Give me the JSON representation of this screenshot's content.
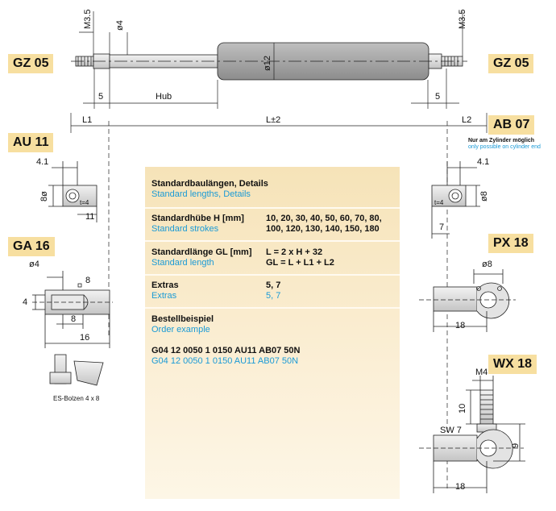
{
  "tags": {
    "gz05_left": "GZ 05",
    "gz05_right": "GZ 05",
    "au11": "AU 11",
    "ab07": "AB 07",
    "ga16": "GA 16",
    "px18": "PX 18",
    "wx18": "WX 18"
  },
  "note": {
    "de": "Nur am Zylinder möglich",
    "en": "only possible on cylinder end"
  },
  "panel": {
    "lengths": {
      "de": "Standardbaulängen, Details",
      "en": "Standard lengths, Details"
    },
    "strokes": {
      "de": "Standardhübe H [mm]",
      "en": "Standard strokes",
      "values_1": "10, 20, 30, 40, 50, 60, 70, 80,",
      "values_2": "100, 120, 130, 140, 150, 180"
    },
    "length": {
      "de": "Standardlänge GL [mm]",
      "en": "Standard length",
      "formula_1": "L = 2 x H + 32",
      "formula_2": "GL = L + L1 + L2"
    },
    "extras": {
      "de": "Extras",
      "en": "Extras",
      "value_de": "5, 7",
      "value_en": "5, 7"
    },
    "order": {
      "de": "Bestellbeispiel",
      "en": "Order example",
      "code_de": "G04 12 0050 1 0150 AU11 AB07 50N",
      "code_en": "G04 12 0050 1 0150 AU11 AB07 50N"
    }
  },
  "dims": {
    "m35_left": "M3.5",
    "phi4_rod": "ø4",
    "phi12": "ø12",
    "m35_right": "M3.5",
    "five_left": "5",
    "hub": "Hub",
    "five_right": "5",
    "l1": "L1",
    "l_tol": "L±2",
    "l2": "L2",
    "au_41": "4.1",
    "au_phi8": "8ø",
    "au_t4": "t=4",
    "au_11": "11",
    "ab_41": "4.1",
    "ab_phi8": "ø8",
    "ab_t4": "t=4",
    "ab_7": "7",
    "ga_phi4": "ø4",
    "ga_8top": "8",
    "ga_4": "4",
    "ga_8": "8",
    "ga_16": "16",
    "es_bolzen": "ES-Bolzen 4 x 8",
    "px_phi8": "ø8",
    "px_18": "18",
    "wx_m4": "M4",
    "wx_10": "10",
    "wx_9": "9",
    "wx_sw7": "SW 7",
    "wx_18": "18"
  }
}
